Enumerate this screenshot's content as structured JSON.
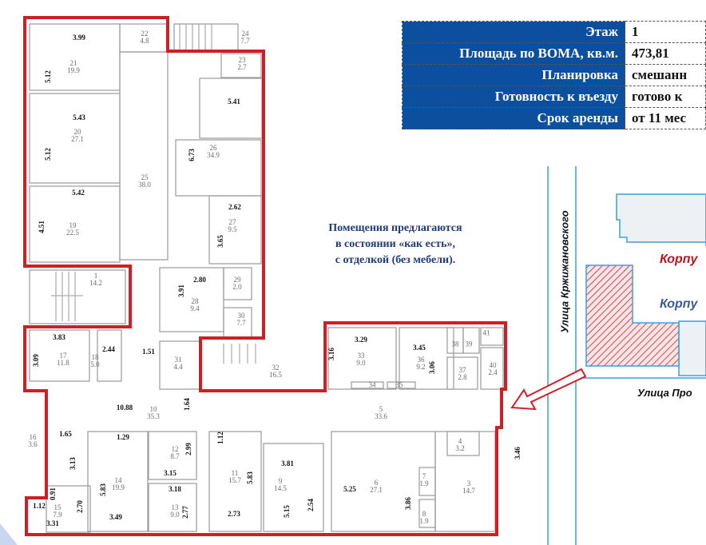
{
  "info_table": [
    {
      "label": "Этаж",
      "value": "1"
    },
    {
      "label": "Площадь по BOMA, кв.м.",
      "value": "473,81"
    },
    {
      "label": "Планировка",
      "value": "смешанн"
    },
    {
      "label": "Готовность к въезду",
      "value": "готово к"
    },
    {
      "label": "Срок аренды",
      "value": "от 11 мес"
    }
  ],
  "note_lines": [
    "Помещения предлагаются",
    "в состоянии «как есть»,",
    "с отделкой  (без мебели)."
  ],
  "map": {
    "street_vertical": "Улица Кржижановского",
    "street_bottom": "Улица Про",
    "building_red": "Корпу",
    "building_blue": "Корпу",
    "colors": {
      "street": "#3aa0dc",
      "highlight": "#d0202a",
      "korp_blue": "#3c5a9a"
    }
  },
  "outline_color": "#cc1f26",
  "rooms": [
    {
      "num": "21",
      "area": "19.9"
    },
    {
      "num": "22",
      "area": "4.8"
    },
    {
      "num": "24",
      "area": "7.7"
    },
    {
      "num": "23",
      "area": "2.7"
    },
    {
      "num": "20",
      "area": "27.1"
    },
    {
      "num": "25",
      "area": "38.0"
    },
    {
      "num": "26",
      "area": "34.9"
    },
    {
      "num": "19",
      "area": "22.5"
    },
    {
      "num": "27",
      "area": "9.5"
    },
    {
      "num": "1",
      "area": "14.2"
    },
    {
      "num": "28",
      "area": "9.4"
    },
    {
      "num": "29",
      "area": "2.0"
    },
    {
      "num": "30",
      "area": "7.7"
    },
    {
      "num": "17",
      "area": "11.8"
    },
    {
      "num": "18",
      "area": "5.0"
    },
    {
      "num": "31",
      "area": "4.4"
    },
    {
      "num": "32",
      "area": "16.5"
    },
    {
      "num": "33",
      "area": "9.0"
    },
    {
      "num": "36",
      "area": "9.2"
    },
    {
      "num": "37",
      "area": "2.8"
    },
    {
      "num": "40",
      "area": "2.4"
    },
    {
      "num": "38",
      "area": ""
    },
    {
      "num": "39",
      "area": ""
    },
    {
      "num": "41",
      "area": ""
    },
    {
      "num": "34",
      "area": ""
    },
    {
      "num": "35",
      "area": ""
    },
    {
      "num": "10",
      "area": "35.3"
    },
    {
      "num": "5",
      "area": "33.6"
    },
    {
      "num": "16",
      "area": "3.6"
    },
    {
      "num": "12",
      "area": "8.7"
    },
    {
      "num": "14",
      "area": "19.9"
    },
    {
      "num": "11",
      "area": "15.7"
    },
    {
      "num": "9",
      "area": "14.5"
    },
    {
      "num": "6",
      "area": "27.1"
    },
    {
      "num": "4",
      "area": "3.2"
    },
    {
      "num": "7",
      "area": "1.9"
    },
    {
      "num": "3",
      "area": "14.7"
    },
    {
      "num": "8",
      "area": "1.9"
    },
    {
      "num": "13",
      "area": "9.0"
    },
    {
      "num": "15",
      "area": "7.9"
    }
  ],
  "dimensions": [
    "3.99",
    "5.12",
    "5.43",
    "5.12",
    "5.42",
    "4.51",
    "5.41",
    "6.73",
    "2.62",
    "3.65",
    "2.80",
    "3.91",
    "3.83",
    "3.09",
    "2.44",
    "1.51",
    "10.88",
    "1.64",
    "1.65",
    "1.29",
    "1.12",
    "3.13",
    "2.99",
    "3.15",
    "3.18",
    "5.83",
    "5.83",
    "3.81",
    "0.91",
    "1.12",
    "2.70",
    "2.77",
    "3.49",
    "3.31",
    "2.73",
    "5.15",
    "2.54",
    "5.25",
    "3.86",
    "3.29",
    "3.45",
    "3.16",
    "3.06",
    "3.46"
  ]
}
